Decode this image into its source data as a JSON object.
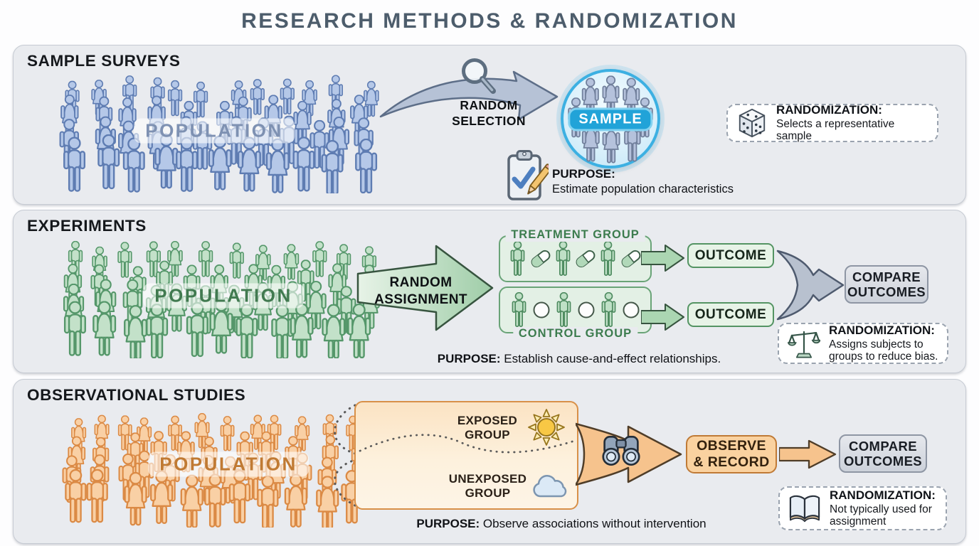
{
  "title": "RESEARCH METHODS & RANDOMIZATION",
  "panels": {
    "sample_surveys": {
      "heading": "SAMPLE SURVEYS",
      "population": "POPULATION",
      "flow_label": {
        "line1": "RANDOM",
        "line2": "SELECTION"
      },
      "sample_badge": "SAMPLE",
      "purpose": {
        "label": "PURPOSE:",
        "text": "Estimate population characteristics"
      },
      "callout": {
        "icon": "dice-icon",
        "title": "RANDOMIZATION:",
        "line1": "Selects a representative sample"
      }
    },
    "experiments": {
      "heading": "EXPERIMENTS",
      "population": "POPULATION",
      "flow_label": {
        "line1": "RANDOM",
        "line2": "ASSIGNMENT"
      },
      "treatment_group": "TREATMENT GROUP",
      "control_group": "CONTROL GROUP",
      "outcome": "OUTCOME",
      "compare": {
        "line1": "COMPARE",
        "line2": "OUTCOMES"
      },
      "purpose": {
        "label": "PURPOSE:",
        "text": "Establish cause-and-effect relationships."
      },
      "callout": {
        "icon": "balance-scale-icon",
        "title": "RANDOMIZATION:",
        "line1": "Assigns subjects to",
        "line2": "groups to reduce bias."
      }
    },
    "observational_studies": {
      "heading": "OBSERVATIONAL STUDIES",
      "population": "POPULATION",
      "exposed": {
        "line1": "EXPOSED",
        "line2": "GROUP"
      },
      "unexposed": {
        "line1": "UNEXPOSED",
        "line2": "GROUP"
      },
      "observe": {
        "line1": "OBSERVE",
        "line2": "& RECORD"
      },
      "compare": {
        "line1": "COMPARE",
        "line2": "OUTCOMES"
      },
      "purpose": {
        "label": "PURPOSE:",
        "text": "Observe associations without intervention"
      },
      "callout": {
        "icon": "open-book-icon",
        "title": "RANDOMIZATION:",
        "line1": "Not typically used for",
        "line2": "assignment"
      }
    }
  },
  "colors": {
    "panel_background": "#e9ebef",
    "blue_people": "#b5c8e8",
    "green_people": "#c3e1c9",
    "orange_people": "#f9d0a5",
    "sample_badge": "#21a3d8",
    "sample_ring": "#3cb0e2",
    "outcome_green": "#549463",
    "observe_orange": "#bf7a36",
    "compare_gray": "#ccd1da",
    "title_text": "#4d5d6c"
  }
}
